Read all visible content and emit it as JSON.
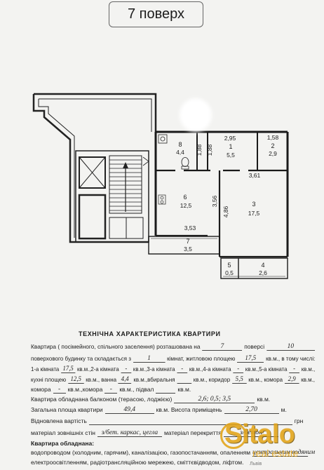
{
  "page": {
    "title": "7 поверх"
  },
  "plan": {
    "room8": {
      "number": "8",
      "area": "4,4"
    },
    "room1": {
      "number": "1",
      "area": "5,5"
    },
    "room2": {
      "number": "2",
      "area": "2,9"
    },
    "room6": {
      "number": "6",
      "area": "12,5"
    },
    "room3": {
      "number": "3",
      "area": "17,5"
    },
    "room7": {
      "number": "7",
      "area": "3,5"
    },
    "room5": {
      "number": "5",
      "area": "0,5"
    },
    "room4": {
      "number": "4",
      "area": "2,6"
    },
    "dimensions": {
      "d1": "1,88",
      "d2": "1,88",
      "d3": "2,95",
      "d4": "1,58",
      "d5": "3,61",
      "d6": "3,56",
      "d7": "4,86",
      "d8": "3,53"
    }
  },
  "spec": {
    "heading": "ТЕХНІЧНА ХАРАКТЕРИСТИКА КВАРТИРИ",
    "location": {
      "text1": "Квартира ( посімейного, спільного заселення) розташована на",
      "floor": "7",
      "text2": "поверсі",
      "floors_total": "10"
    },
    "composition": {
      "text1": "поверхового будинку та складається з",
      "rooms": "1",
      "text2": "кімнат, житловою площею",
      "living_area": "17,5",
      "text3": "кв.м., в тому числі:"
    },
    "rooms": {
      "r1_label": "1-а кімната",
      "r1": "17,5",
      "r2_label": "кв.м.,2-а кімната",
      "r2": "-",
      "r3_label": "кв.м.,3-а кімната",
      "r3": "-",
      "r4_label": "кв.м.,4-а кімната",
      "r4": "-",
      "r5_label": "кв.м.,5-а кімната",
      "r5": "-",
      "end": "кв.м.,"
    },
    "utility": {
      "kitchen_label": "кухні площею",
      "kitchen": "12,5",
      "bath_label": "кв.м., ванна",
      "bath": "4,4",
      "wc_label": "кв.м.,вбиральня",
      "corridor_label": "кв.м., коридор",
      "corridor": "5,5",
      "pantry_label": "кв.м., комора",
      "pantry": "2,9",
      "end": "кв.м.,"
    },
    "storage": {
      "pantry2_label": "комора",
      "pantry2": "-",
      "pantry3_label": "кв.м.,комора",
      "pantry3": "-",
      "basement_label": "кв.м., підвал",
      "end": "кв.м."
    },
    "balcony": {
      "label": "Квартира обладнана балконом (терасою, лоджією)",
      "value": "2,6; 0,5; 3,5",
      "unit": "кв.м."
    },
    "area": {
      "label": "Загальна площа квартири",
      "total": "49,4",
      "height_label": "кв.м. Висота приміщень",
      "height": "2,70",
      "unit": "м."
    },
    "cost": {
      "label": "Відновлена вартість",
      "unit": "грн"
    },
    "materials": {
      "walls_label": "матеріал зовнішніх стін",
      "walls": "з/бет. каркас, цегла",
      "floor_label": "матеріал перекриття",
      "floor": "з/бетон"
    },
    "equipment": {
      "label": "Квартира обладнана:",
      "line1": "водопроводом (холодним, гарячим), каналізацією, газопостачанням, опаленням",
      "heating": "центральним водяним",
      "line2": "електроосвітленням, радіотрансляційною мережею, сміттєвідводом, ліфтом."
    }
  },
  "watermark": {
    "brand": "Sitalo",
    "tagline": "real estate",
    "city": "Львів",
    "color": "#e3a417"
  }
}
